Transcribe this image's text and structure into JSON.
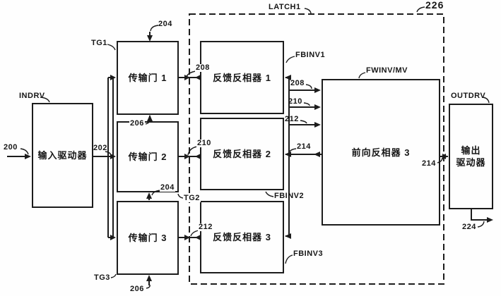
{
  "figure": {
    "type": "patent-block-diagram",
    "description": "Latch circuit block diagram with triple-redundant transmission gates and feedback inverters feeding a forward inverter / majority voter",
    "colors": {
      "line": "#1c1c1c",
      "background": "#fefefe"
    }
  },
  "latch": {
    "label": "LATCH1",
    "ref": "226"
  },
  "blocks": {
    "indrv": {
      "tag": "INDRV",
      "text": "输入驱动器"
    },
    "tg1": {
      "tag": "TG1",
      "text": "传输门 1"
    },
    "tg2": {
      "tag": "TG2",
      "text": "传输门 2"
    },
    "tg3": {
      "tag": "TG3",
      "text": "传输门 3"
    },
    "fbinv1": {
      "tag": "FBINV1",
      "text": "反馈反相器 1"
    },
    "fbinv2": {
      "tag": "FBINV2",
      "text": "反馈反相器 2"
    },
    "fbinv3": {
      "tag": "FBINV3",
      "text": "反馈反相器 3"
    },
    "fwinv": {
      "tag": "FWINV/MV",
      "text": "前向反相器 3"
    },
    "outdrv": {
      "tag": "OUTDRV",
      "text1": "输出",
      "text2": "驱动器"
    }
  },
  "refs": {
    "input": "200",
    "indrv_out": "202",
    "clk_tg1_top": "204",
    "clk_tg1_bottom": "206",
    "clk_tg2_bottom": "204",
    "clk_tg3_bottom": "206",
    "node1": "208",
    "node2": "210",
    "node3": "212",
    "fw_in1": "208",
    "fw_in2": "210",
    "fw_in3": "212",
    "fw_out_feedback": "214",
    "fw_out_to_driver": "214",
    "output": "224"
  }
}
